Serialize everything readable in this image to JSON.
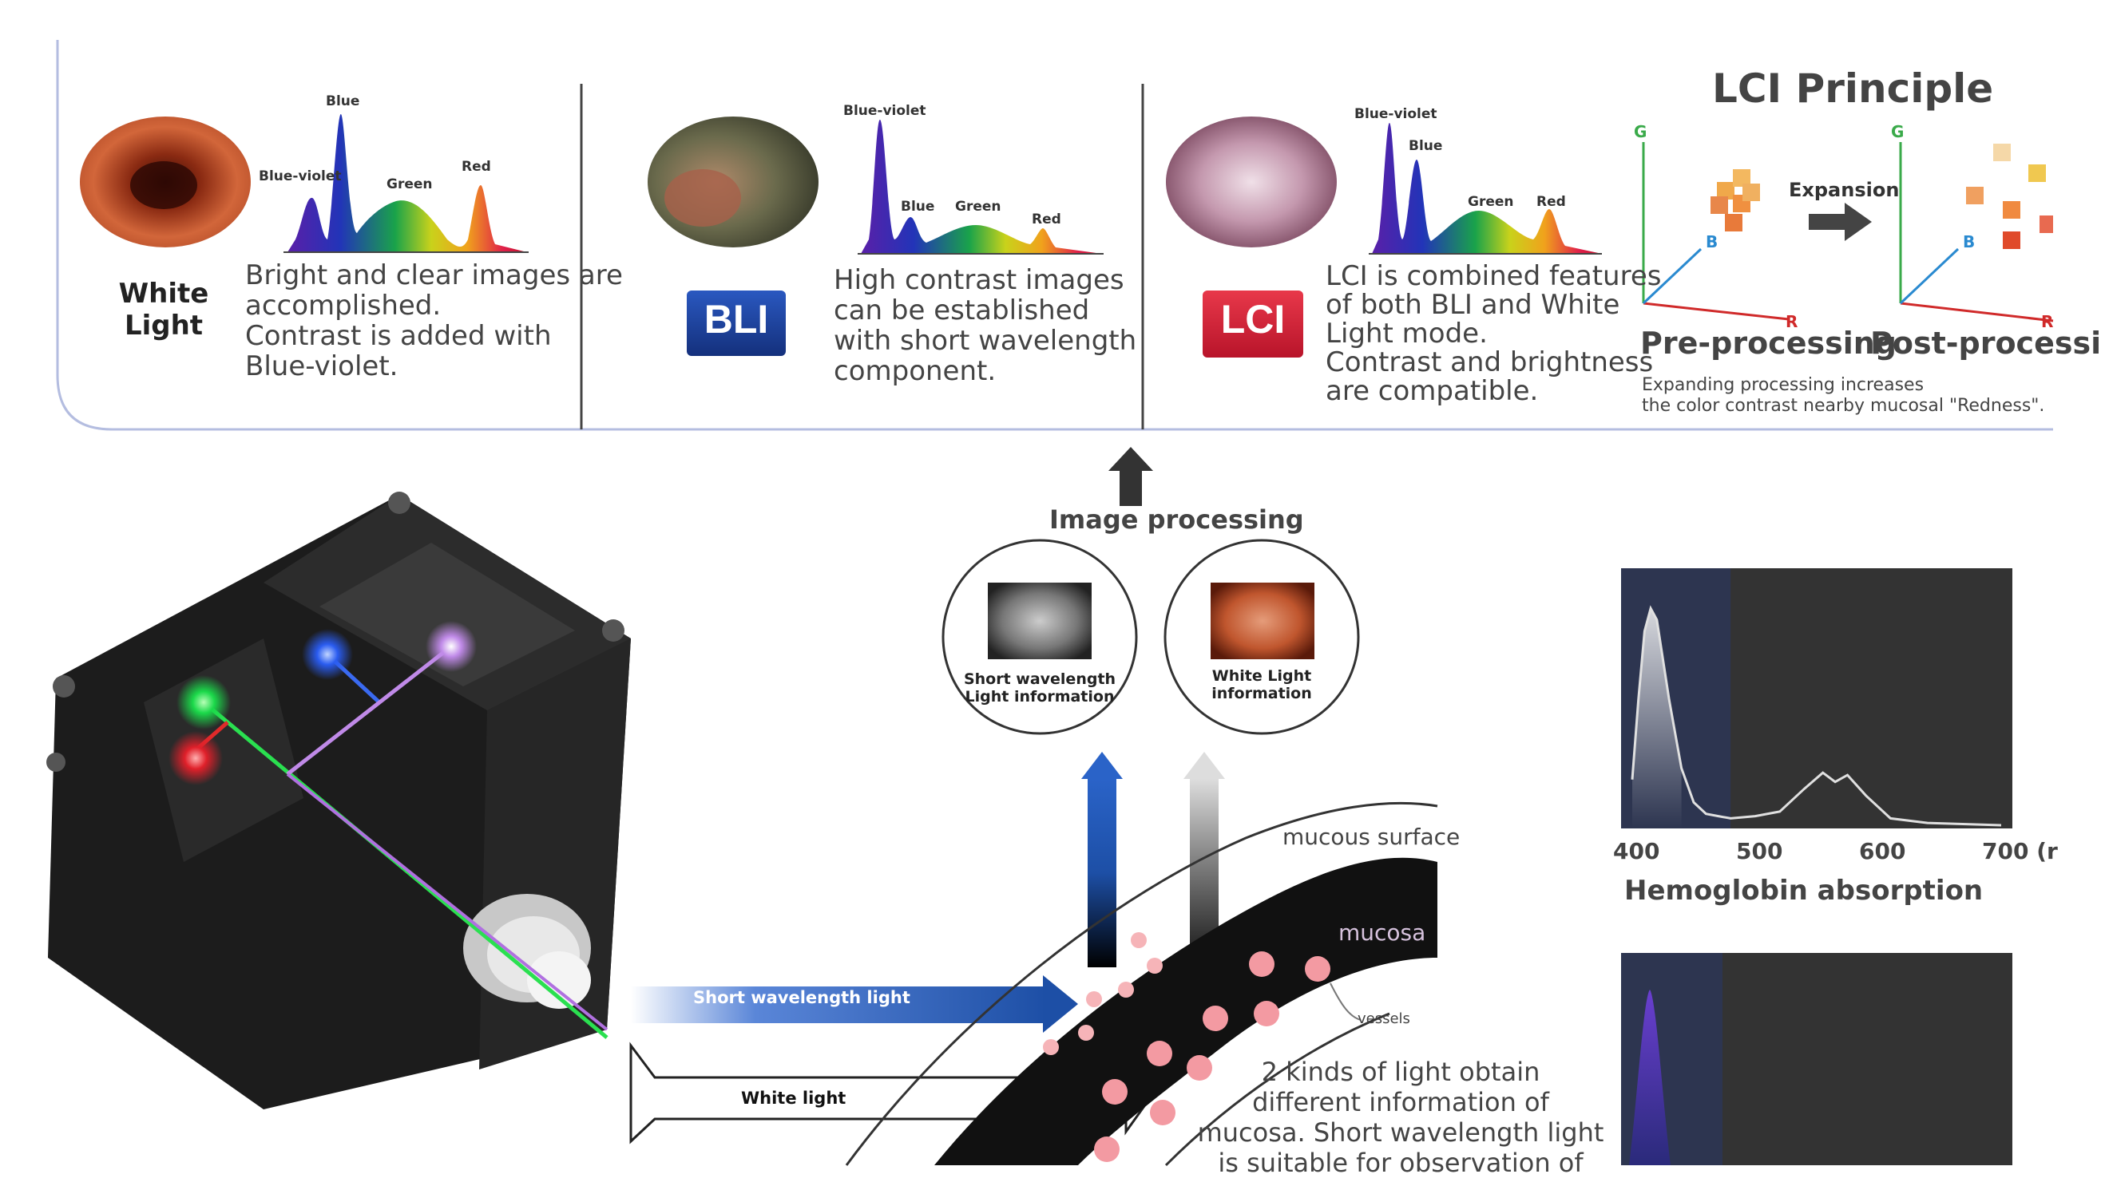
{
  "panels": {
    "white_light": {
      "title_lines": [
        "White",
        "Light"
      ],
      "desc_lines": [
        "Bright and clear images are",
        "accomplished.",
        "Contrast is added with",
        "Blue-violet."
      ],
      "spectrum": {
        "blue_violet": "Blue-violet",
        "blue": "Blue",
        "green": "Green",
        "red": "Red"
      }
    },
    "bli": {
      "logo": "BLI",
      "desc_lines": [
        "High contrast images",
        "can be established",
        "with short wavelength",
        "component."
      ],
      "spectrum": {
        "blue_violet": "Blue-violet",
        "blue": "Blue",
        "green": "Green",
        "red": "Red"
      }
    },
    "lci": {
      "logo": "LCI",
      "desc_lines": [
        "LCI  is combined features",
        "of both BLI and White",
        "Light mode.",
        "Contrast and brightness",
        "are compatible."
      ],
      "spectrum": {
        "blue_violet": "Blue-violet",
        "blue": "Blue",
        "green": "Green",
        "red": "Red"
      }
    },
    "principle": {
      "title": "LCI Principle",
      "axes": {
        "g": "G",
        "b": "B",
        "r": "R"
      },
      "expansion": "Expansion",
      "pre": "Pre-processing",
      "post": "Post-processi",
      "note_lines": [
        "Expanding processing increases",
        "the color contrast nearby mucosal \"Redness\"."
      ]
    }
  },
  "processing": {
    "title": "Image processing",
    "short_info_lines": [
      "Short wavelength",
      "Light information"
    ],
    "white_info_lines": [
      "White Light",
      "information"
    ]
  },
  "tissue": {
    "mucous_surface": "mucous surface",
    "mucosa": "mucosa",
    "vessels": "vessels",
    "short_light": "Short  wavelength  light",
    "white_light": "White  light",
    "explanation_lines": [
      "2 kinds of light obtain",
      "different information of",
      "mucosa. Short wavelength light",
      "is suitable for observation of"
    ]
  },
  "chart_data": {
    "type": "line",
    "title": "Hemoglobin absorption",
    "x_ticks": [
      "400",
      "500",
      "600",
      "700 (r"
    ],
    "xlim": [
      400,
      700
    ],
    "series": [
      {
        "x": [
          400,
          405,
          410,
          415,
          420,
          430,
          440,
          450,
          460,
          470,
          480,
          500,
          520,
          540,
          555,
          565,
          575,
          590,
          610,
          640,
          700
        ],
        "y": [
          0.2,
          0.55,
          0.85,
          0.95,
          0.9,
          0.55,
          0.25,
          0.1,
          0.05,
          0.04,
          0.03,
          0.04,
          0.06,
          0.16,
          0.23,
          0.19,
          0.22,
          0.13,
          0.03,
          0.01,
          0.0
        ]
      }
    ],
    "highlight_range": [
      400,
      480
    ]
  },
  "colors": {
    "blue_violet": "#7b2fc6",
    "blue_arrow": "#1d4fa6",
    "bli_logo": "#1a3f9a",
    "lci_logo": "#d9233b",
    "chart_bg": "#333333",
    "chart_highlight": "#2d3550"
  }
}
